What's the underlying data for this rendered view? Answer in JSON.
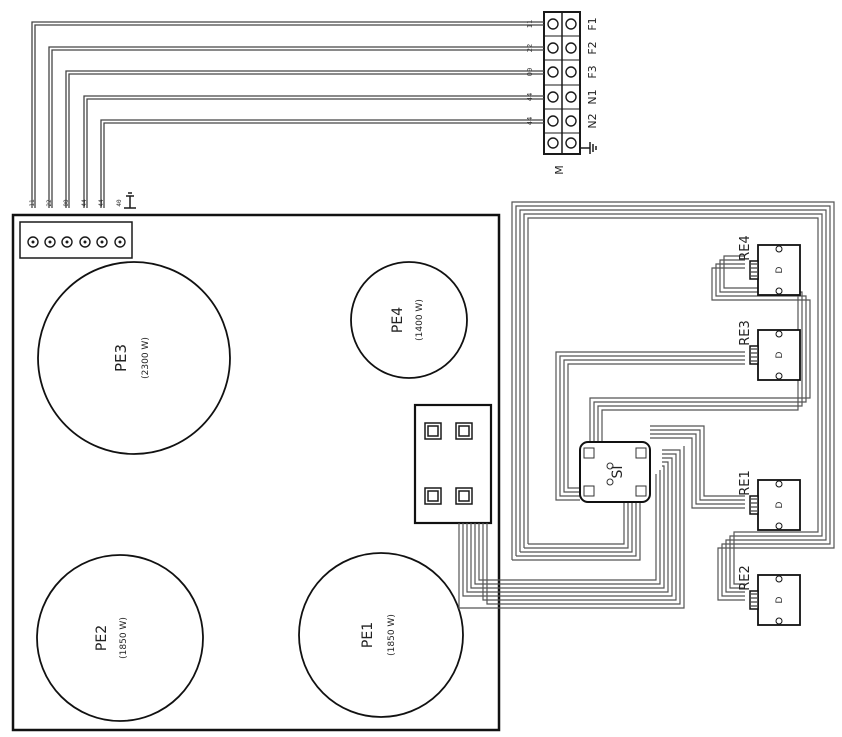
{
  "colors": {
    "line": "#1a1a1a",
    "wire": "#555555",
    "bg": "#ffffff"
  },
  "terminal_block_m": {
    "label": "M",
    "terminals": [
      {
        "name": "F1",
        "wire": "11"
      },
      {
        "name": "F2",
        "wire": "22"
      },
      {
        "name": "F3",
        "wire": "00"
      },
      {
        "name": "N1",
        "wire": "44"
      },
      {
        "name": "N2",
        "wire": "44"
      }
    ],
    "ground_icon": "ground-icon"
  },
  "hob_terminal_block": {
    "wires": [
      "11",
      "22",
      "00",
      "44",
      "44",
      "40"
    ],
    "ground_icon": "ground-icon"
  },
  "zones": [
    {
      "id": "PE3",
      "power": "(2300 W)"
    },
    {
      "id": "PE4",
      "power": "(1400 W)"
    },
    {
      "id": "PE2",
      "power": "(1850 W)"
    },
    {
      "id": "PE1",
      "power": "(1850 W)"
    }
  ],
  "switch": {
    "label": "SI"
  },
  "regulators": [
    {
      "id": "RE4",
      "inner": "D"
    },
    {
      "id": "RE3",
      "inner": "D"
    },
    {
      "id": "RE1",
      "inner": "D"
    },
    {
      "id": "RE2",
      "inner": "D"
    }
  ]
}
